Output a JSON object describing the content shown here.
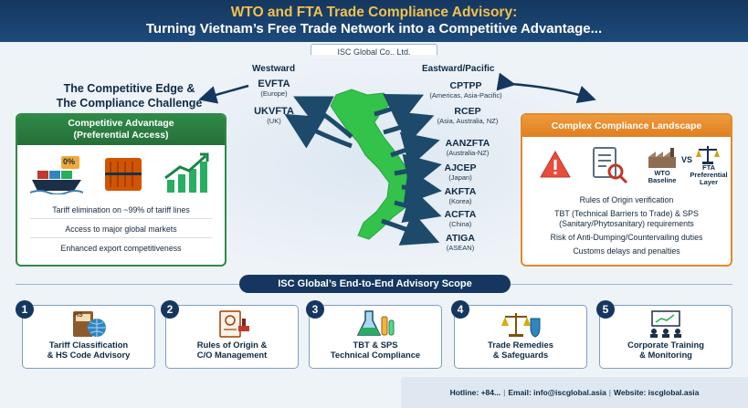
{
  "header": {
    "title_line1": "WTO and FTA Trade Compliance Advisory:",
    "title_line2": "Turning Vietnam’s Free Trade Network into a Competitive Advantage..."
  },
  "company": "ISC Global Co., Ltd.",
  "edge_title_line1": "The Competitive Edge &",
  "edge_title_line2": "The Compliance Challenge",
  "westward": {
    "label": "Westward",
    "agreements": [
      {
        "name": "EVFTA",
        "region": "(Europe)"
      },
      {
        "name": "UKVFTA",
        "region": "(UK)"
      }
    ]
  },
  "eastward": {
    "label": "Eastward/Pacific",
    "agreements": [
      {
        "name": "CPTPP",
        "region": "(Americas, Asia-Pacific)"
      },
      {
        "name": "RCEP",
        "region": "(Asia, Australia, NZ)"
      },
      {
        "name": "AANZFTA",
        "region": "(Australia-NZ)"
      },
      {
        "name": "AJCEP",
        "region": "(Japan)"
      },
      {
        "name": "AKFTA",
        "region": "(Korea)"
      },
      {
        "name": "ACFTA",
        "region": "(China)"
      },
      {
        "name": "ATIGA",
        "region": "(ASEAN)"
      }
    ]
  },
  "competitive": {
    "title_line1": "Competitive Advantage",
    "title_line2": "(Preferential Access)",
    "badge": "0%",
    "bullets": [
      "Tariff elimination on ~99% of tariff lines",
      "Access to major global markets",
      "Enhanced export competitiveness"
    ]
  },
  "compliance": {
    "title": "Complex Compliance Landscape",
    "wto_label_line1": "WTO",
    "wto_label_line2": "Baseline",
    "vs": "VS",
    "fta_label_line1": "FTA",
    "fta_label_line2": "Preferential",
    "fta_label_line3": "Layer",
    "bullets": [
      "Rules of Origin verification",
      "TBT (Technical Barriers to Trade) & SPS",
      "(Sanitary/Phytosanitary) requirements",
      "Risk of Anti-Dumping/Countervailing duties",
      "Customs delays and penalties"
    ]
  },
  "scope_title": "ISC Global’s End-to-End Advisory Scope",
  "services": [
    {
      "num": "1",
      "line1": "Tariff Classification",
      "line2": "& HS Code Advisory",
      "icon": "hs-book-globe-icon",
      "hs": "HS"
    },
    {
      "num": "2",
      "line1": "Rules of Origin &",
      "line2": "C/O Management",
      "icon": "certificate-stamp-icon"
    },
    {
      "num": "3",
      "line1": "TBT & SPS",
      "line2": "Technical Compliance",
      "icon": "lab-flask-icon"
    },
    {
      "num": "4",
      "line1": "Trade Remedies",
      "line2": "& Safeguards",
      "icon": "scales-shield-icon"
    },
    {
      "num": "5",
      "line1": "Corporate Training",
      "line2": "& Monitoring",
      "icon": "presentation-icon"
    }
  ],
  "footer": {
    "hotline": "Hotline: +84...",
    "email": "Email: info@iscglobal.asia",
    "website": "Website: iscglobal.asia",
    "separator": "|"
  },
  "colors": {
    "navy": "#15375f",
    "gold": "#f2c14e",
    "green": "#2f8a47",
    "orange": "#e48a2a",
    "map_green": "#33c24a"
  }
}
